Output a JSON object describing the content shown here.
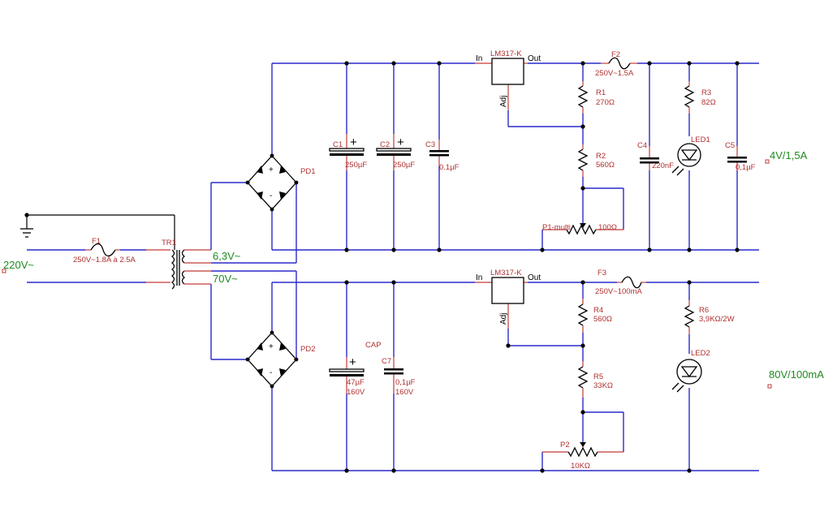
{
  "upper": {
    "regulator": {
      "name": "LM317-K",
      "in": "In",
      "out": "Out",
      "adj": "Adj"
    },
    "fuse": {
      "ref": "F2",
      "value": "250V~1.5A"
    },
    "r1": {
      "ref": "R1",
      "value": "270Ω"
    },
    "r2": {
      "ref": "R2",
      "value": "560Ω"
    },
    "r3": {
      "ref": "R3",
      "value": "82Ω"
    },
    "pot": {
      "ref": "P1-multi",
      "value": "100Ω"
    },
    "c1": {
      "ref": "C1",
      "value": "250µF"
    },
    "c2": {
      "ref": "C2",
      "value": "250µF"
    },
    "c3": {
      "ref": "C3",
      "value": "0.1µF"
    },
    "c4": {
      "ref": "C4",
      "value": "220nF"
    },
    "c5": {
      "ref": "C5",
      "value": "0,1µF"
    },
    "led": {
      "ref": "LED1"
    },
    "bridge": {
      "ref": "PD1"
    },
    "output": "4V/1,5A"
  },
  "lower": {
    "regulator": {
      "name": "LM317-K",
      "in": "In",
      "out": "Out",
      "adj": "Adj"
    },
    "fuse": {
      "ref": "F3",
      "value": "250V~100mA"
    },
    "r4": {
      "ref": "R4",
      "value": "560Ω"
    },
    "r5": {
      "ref": "R5",
      "value": "33KΩ"
    },
    "r6": {
      "ref": "R6",
      "value": "3,9KΩ/2W"
    },
    "pot": {
      "ref": "P2",
      "value": "10KΩ"
    },
    "cap_label": "CAP",
    "c_big": {
      "value": "47µF",
      "rating": "160V"
    },
    "c7": {
      "ref": "C7",
      "value": "0,1µF",
      "rating": "160V"
    },
    "led": {
      "ref": "LED2"
    },
    "bridge": {
      "ref": "PD2"
    },
    "output": "80V/100mA"
  },
  "input": {
    "fuse": {
      "ref": "F1",
      "value": "250V~1.8A à 2.5A"
    },
    "mains": "220V~",
    "transformer": "TR1",
    "sec1": "6,3V~",
    "sec2": "70V~"
  },
  "glyphs": {
    "plus": "+",
    "minus": "-"
  }
}
